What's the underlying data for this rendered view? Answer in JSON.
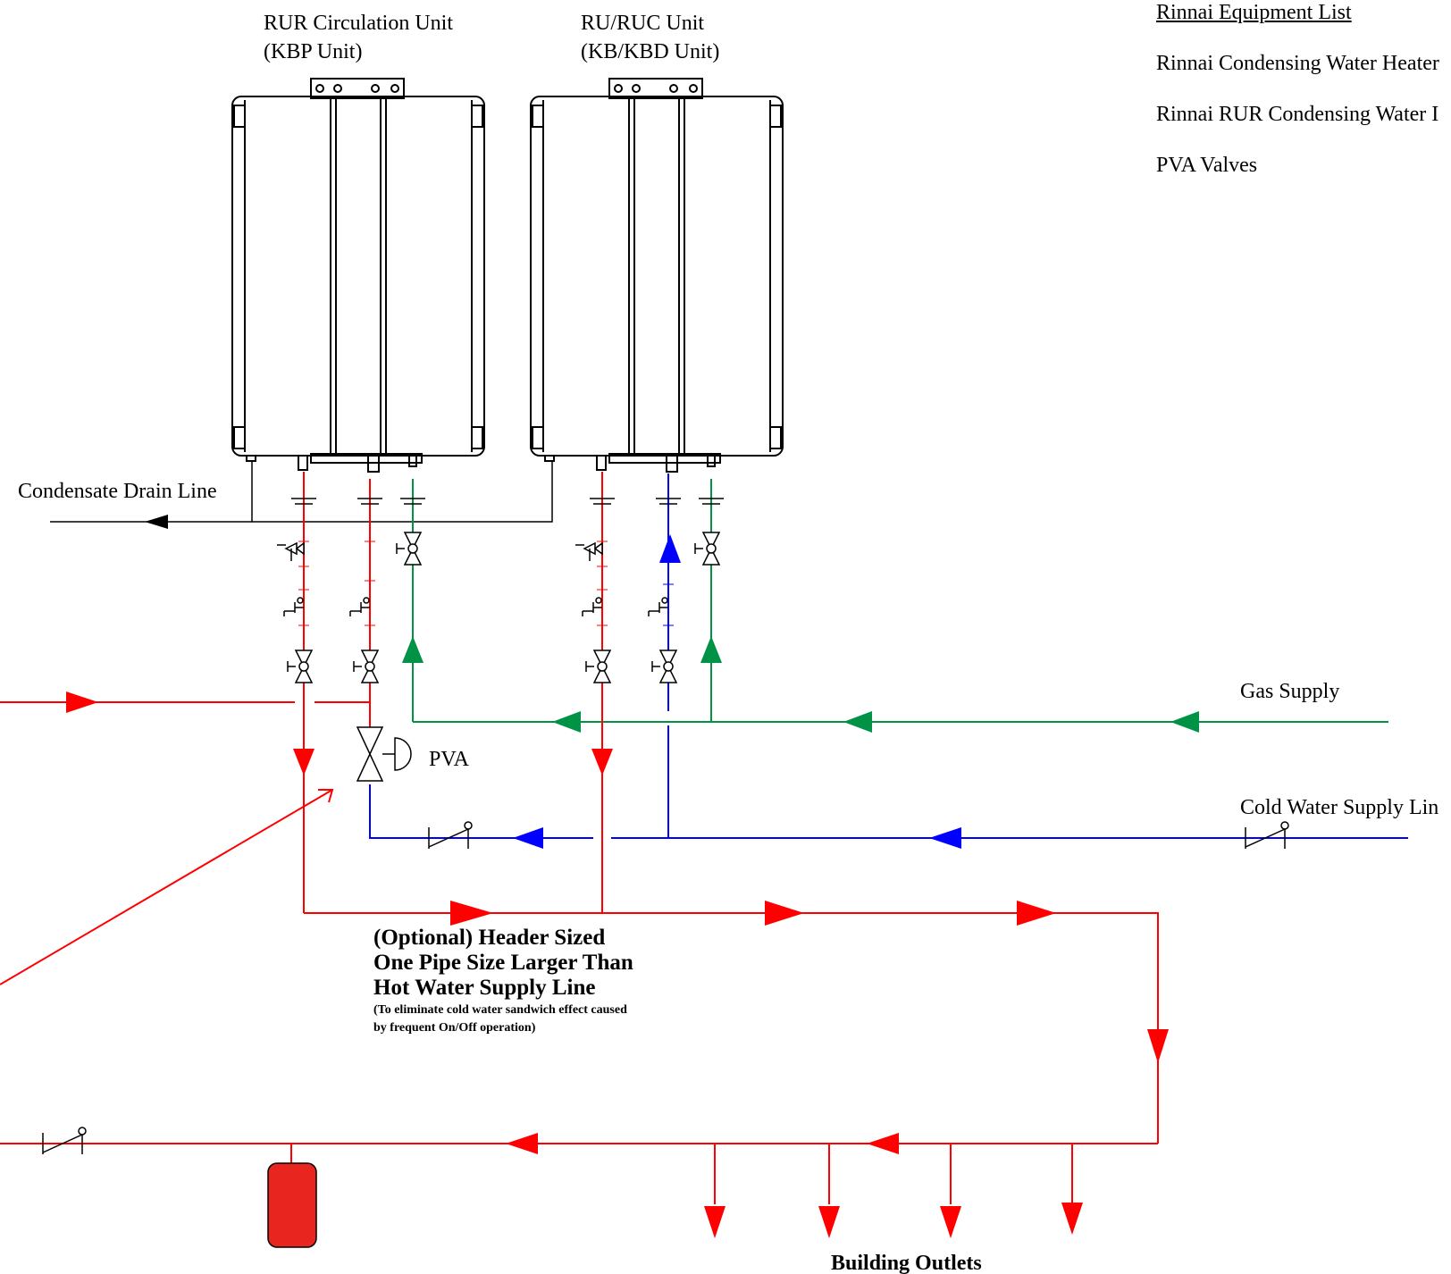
{
  "units": {
    "left": {
      "title_line1": "RUR Circulation Unit",
      "title_line2": "(KBP Unit)"
    },
    "right": {
      "title_line1": "RU/RUC Unit",
      "title_line2": "(KB/KBD Unit)"
    }
  },
  "equipment_list": {
    "heading": "Rinnai Equipment List",
    "items": [
      "Rinnai Condensing Water Heater",
      "Rinnai RUR Condensing Water I",
      "PVA Valves"
    ]
  },
  "labels": {
    "condensate": "Condensate Drain Line",
    "gas": "Gas Supply",
    "cold_water": "Cold Water Supply Lin",
    "pva": "PVA",
    "building_outlets": "Building Outlets"
  },
  "header_note": {
    "line1": "(Optional) Header Sized",
    "line2": "One Pipe Size Larger Than",
    "line3": "Hot Water Supply Line",
    "small1": "(To eliminate cold water sandwich effect caused",
    "small2": "by frequent On/Off operation)"
  },
  "colors": {
    "hot": "#ff0000",
    "gas": "#009245",
    "cold": "#0000ff",
    "drain": "#000000",
    "tank": "#e8261f"
  }
}
